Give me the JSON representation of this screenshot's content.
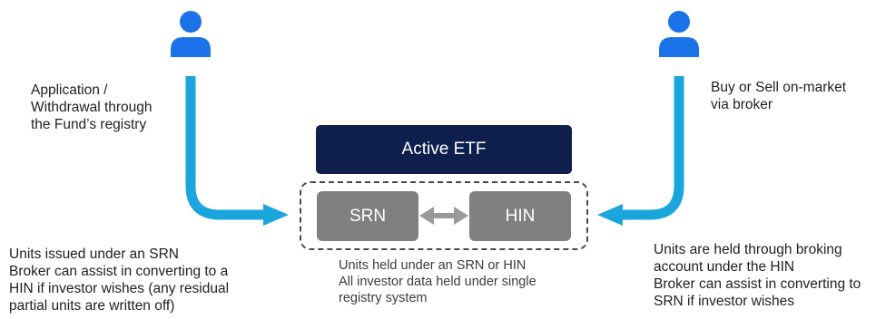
{
  "left_text": [
    "Application /",
    "Withdrawal through",
    "the Fund’s registry"
  ],
  "right_text": [
    "Buy or Sell on-market",
    "via broker"
  ],
  "etf_label": "Active ETF",
  "srn_label": "SRN",
  "hin_label": "HIN",
  "center_text": [
    "Units held under an SRN or HIN",
    "All investor data held under single",
    "registry system"
  ],
  "bottom_left_text": [
    "Units issued under an SRN",
    "Broker can assist in converting to a",
    "HIN if investor wishes (any residual",
    "partial units are written off)"
  ],
  "bottom_right_text": [
    "Units are held through broking",
    "account under the HIN",
    "Broker can assist in converting to",
    "SRN if investor wishes"
  ],
  "icons": [
    "person-icon",
    "person-icon"
  ],
  "colors": {
    "accent": "#1aa6dc",
    "person": "#1a73e8",
    "etf": "#0e1f4d",
    "box": "#808080",
    "double_arrow": "#9a9a9a"
  }
}
